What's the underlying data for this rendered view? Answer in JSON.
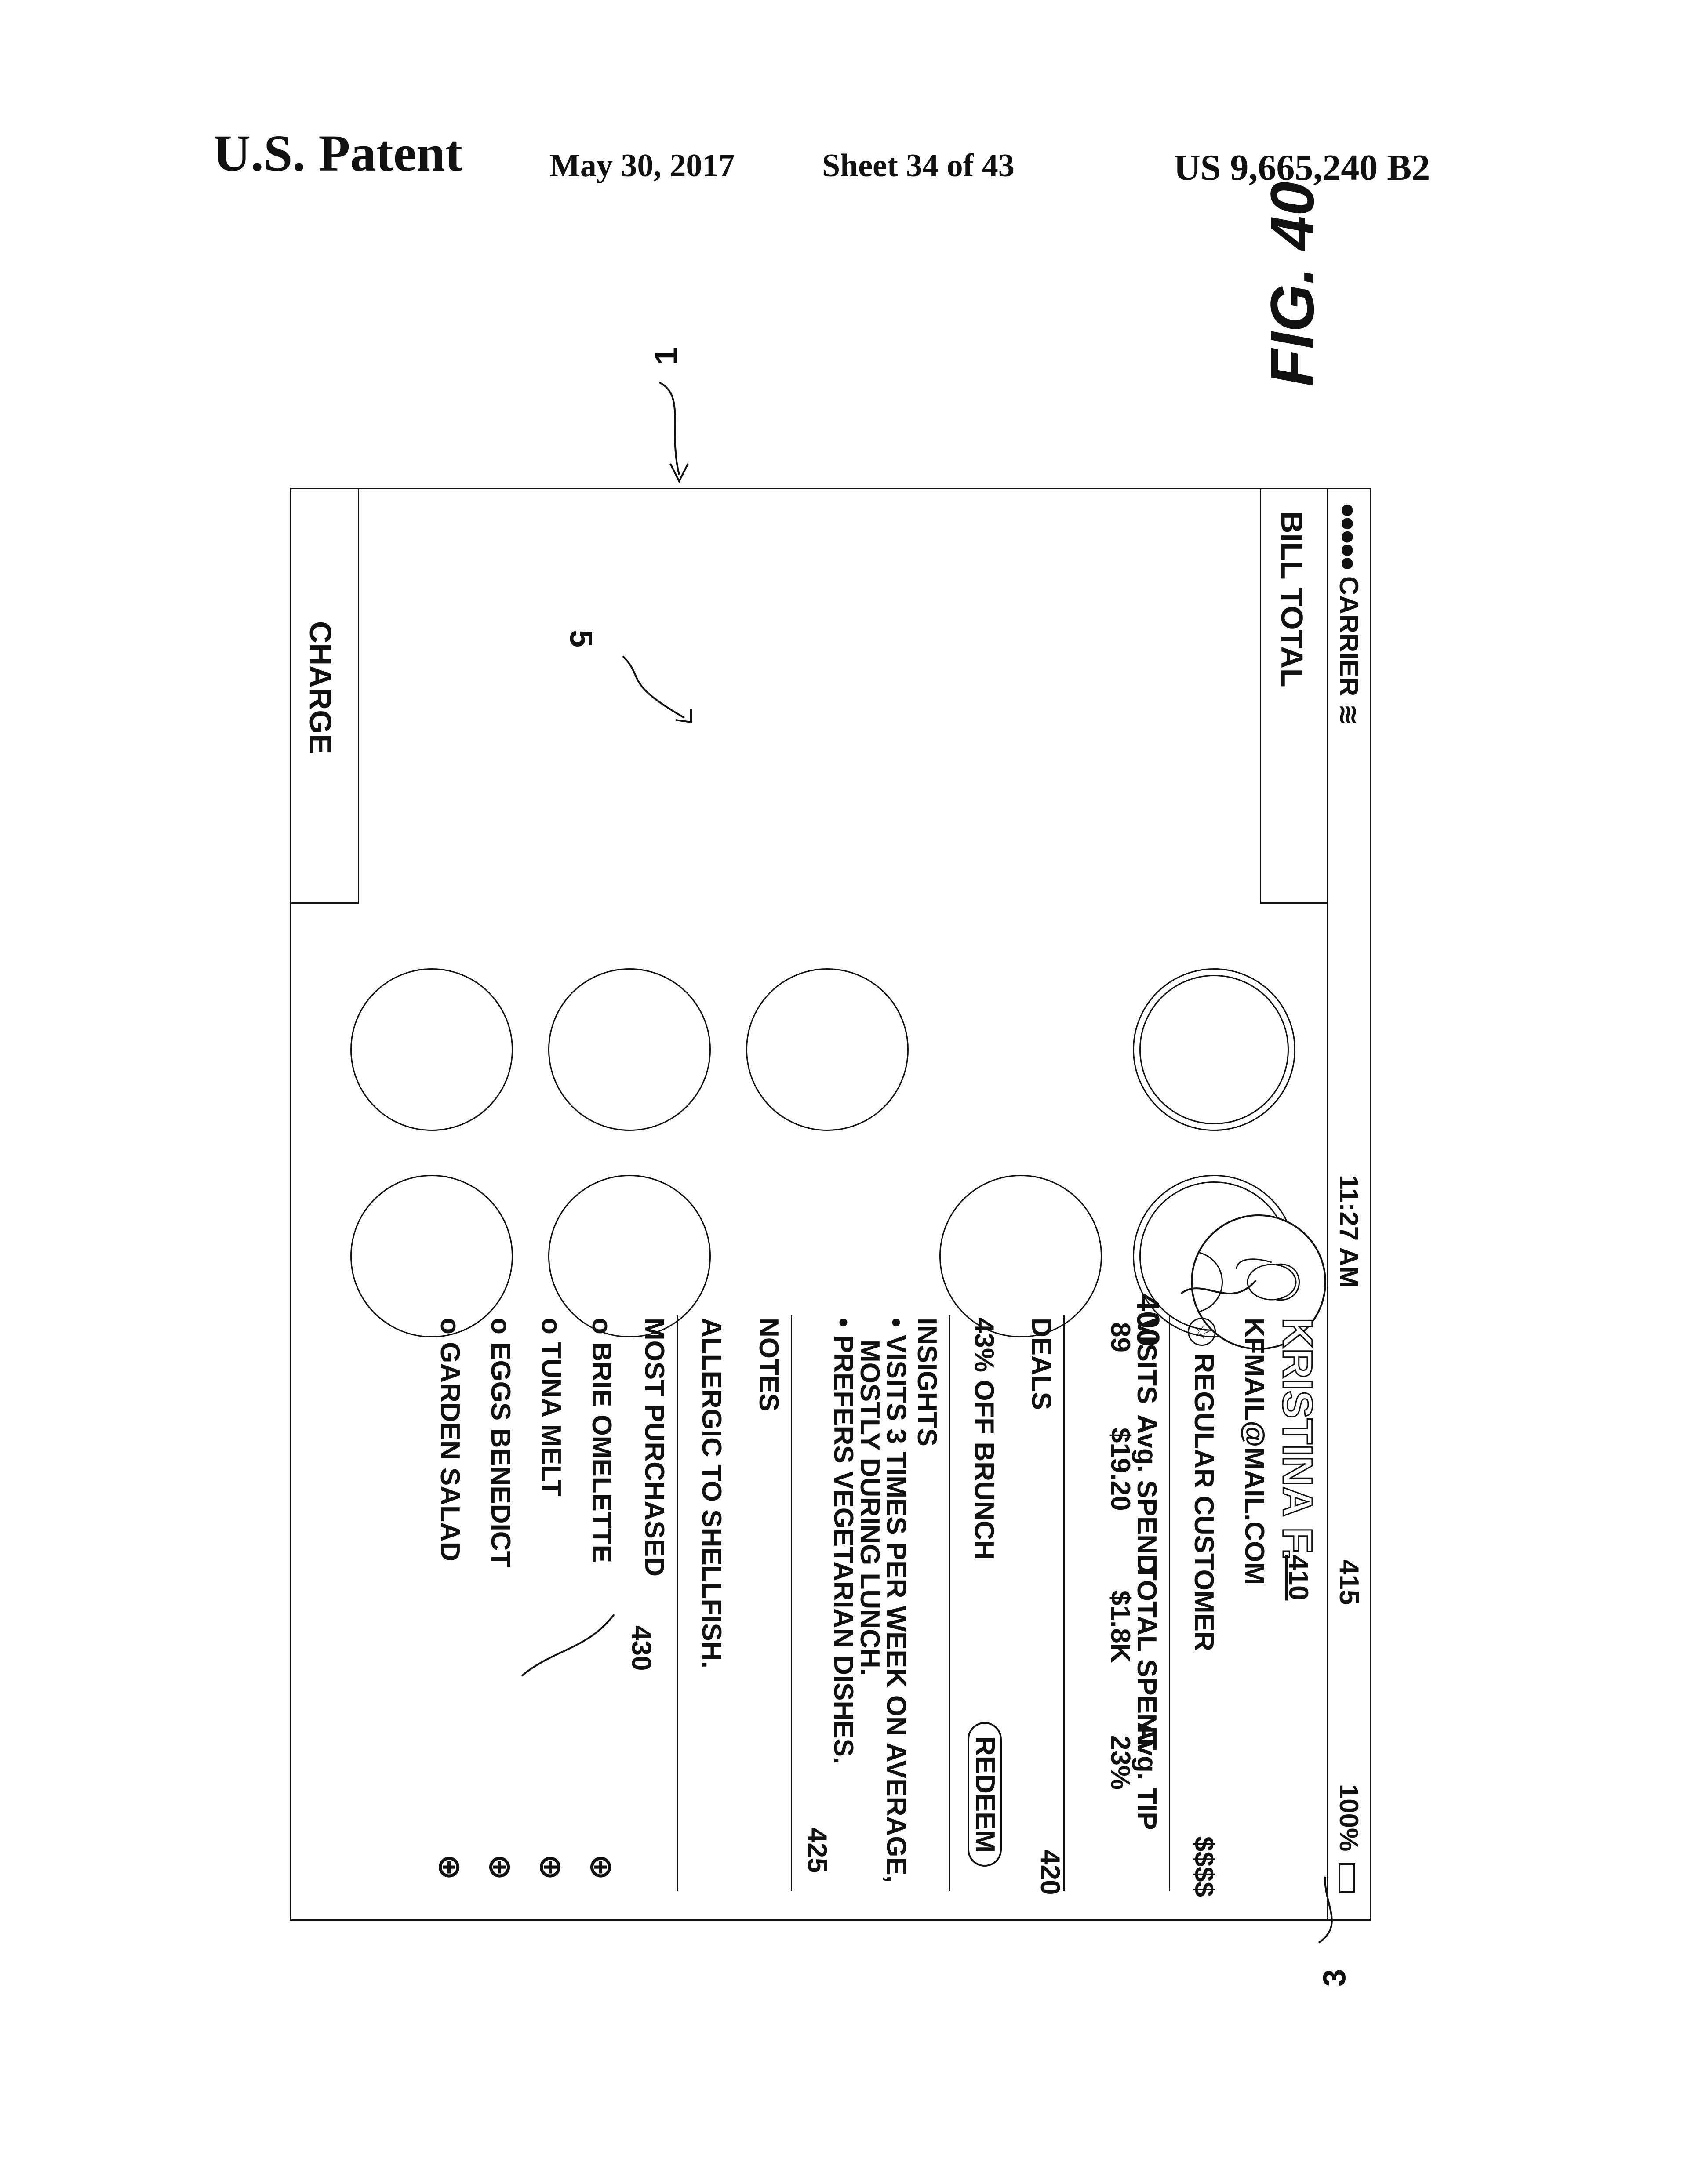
{
  "header": {
    "title": "U.S. Patent",
    "date": "May 30, 2017",
    "sheet": "Sheet 34 of 43",
    "patent_number": "US 9,665,240 B2"
  },
  "figure_label": "FIG. 40",
  "status_bar": {
    "carrier": "CARRIER",
    "time": "11:27 AM",
    "battery": "100%"
  },
  "bill_total_label": "BILL TOTAL",
  "charge_label": "CHARGE",
  "customer": {
    "name": "KRISTINA F.",
    "name_ref": "410",
    "email": "KFMAIL@MAIL.COM",
    "badge": "REGULAR CUSTOMER",
    "price_level": "$$$$"
  },
  "stats": {
    "headers": [
      "VISITS",
      "Avg. SPEND",
      "TOTAL SPENT",
      "Avg. TIP"
    ],
    "values": [
      "89",
      "$19.20",
      "$1.8K",
      "23%"
    ]
  },
  "deals": {
    "title": "DEALS",
    "offer": "43% OFF BRUNCH",
    "button": "REDEEM"
  },
  "insights": {
    "title": "INSIGHTS",
    "line1": "• VISITS 3 TIMES PER WEEK ON AVERAGE,",
    "line2": "MOSTLY DURING LUNCH.",
    "line3": "• PREFERS VEGETARIAN DISHES."
  },
  "notes": {
    "title": "NOTES",
    "text": "ALLERGIC TO SHELLFISH."
  },
  "most_purchased": {
    "title": "MOST PURCHASED",
    "items": [
      "o BRIE OMELETTE",
      "o TUNA MELT",
      "o EGGS BENEDICT",
      "o GARDEN SALAD"
    ]
  },
  "reference_numerals": {
    "device": "1",
    "charge": "3",
    "grid": "5",
    "avatar": "400",
    "badge": "415",
    "deal": "420",
    "insights_notes": "425",
    "purchased": "430"
  }
}
